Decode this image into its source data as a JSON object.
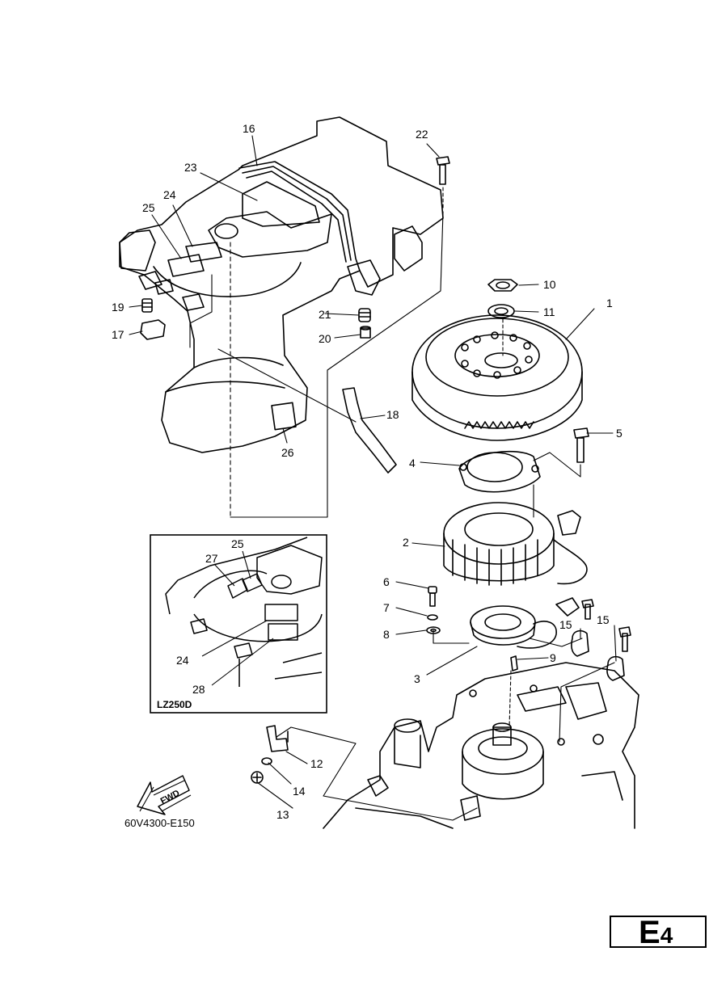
{
  "callouts": {
    "c1": "1",
    "c2": "2",
    "c3": "3",
    "c4": "4",
    "c5": "5",
    "c6": "6",
    "c7": "7",
    "c8": "8",
    "c9": "9",
    "c10": "10",
    "c11": "11",
    "c12": "12",
    "c13": "13",
    "c14": "14",
    "c15a": "15",
    "c15b": "15",
    "c16": "16",
    "c17": "17",
    "c18": "18",
    "c19": "19",
    "c20": "20",
    "c21": "21",
    "c22": "22",
    "c23": "23",
    "c24": "24",
    "c25": "25",
    "c26": "26"
  },
  "inset": {
    "title": "LZ250D",
    "c24": "24",
    "c25": "25",
    "c27": "27",
    "c28": "28"
  },
  "fwd_label": "FWD",
  "diagram_code": "60V4300-E150",
  "section": {
    "letter": "E",
    "number": "4"
  },
  "colors": {
    "line": "#000000",
    "background": "#ffffff"
  }
}
